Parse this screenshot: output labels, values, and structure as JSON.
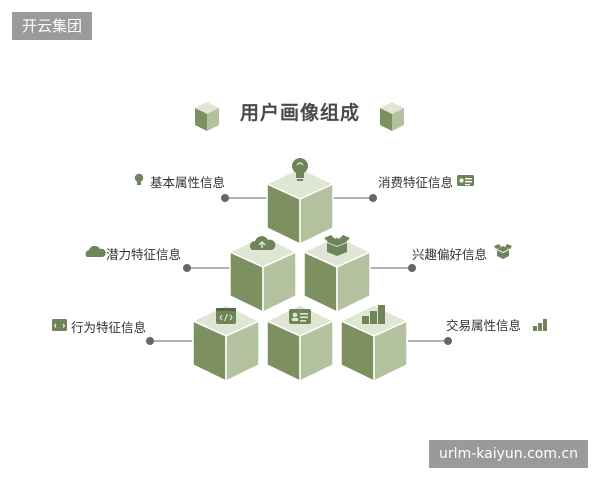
{
  "brand": {
    "badge": "开云集团"
  },
  "watermark": "urlm-kaiyun.com.cn",
  "title": "用户画像组成",
  "labels": {
    "basic": "基本属性信息",
    "potential": "潜力特征信息",
    "behavior": "行为特征信息",
    "consumption": "消费特征信息",
    "interest": "兴趣偏好信息",
    "transaction": "交易属性信息"
  },
  "icons": {
    "basic": "lightbulb-icon",
    "potential": "cloud-icon",
    "behavior": "code-window-icon",
    "consumption": "id-card-icon",
    "interest": "box-icon",
    "transaction": "bar-steps-icon"
  },
  "colors": {
    "cube_top": "#dfe6d3",
    "cube_left": "#7c9060",
    "cube_right": "#b4c19e",
    "accent": "#6f8458",
    "line": "#666666",
    "text": "#333333"
  }
}
